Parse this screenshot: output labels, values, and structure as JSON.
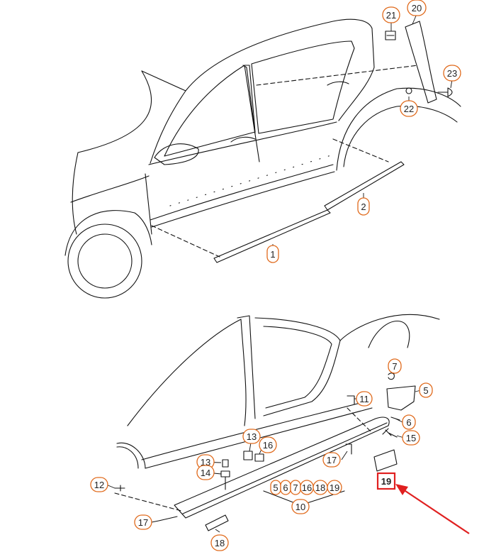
{
  "callouts": {
    "c1": "1",
    "c2": "2",
    "c5": "5",
    "c6": "6",
    "c7": "7",
    "c11": "11",
    "c12": "12",
    "c13a": "13",
    "c13b": "13",
    "c14": "14",
    "c15": "15",
    "c16": "16",
    "c17a": "17",
    "c17b": "17",
    "c18": "18",
    "c19": "19",
    "c20": "20",
    "c21": "21",
    "c22": "22",
    "c23": "23",
    "c10": "10",
    "group10": [
      "5",
      "6",
      "7",
      "16",
      "18",
      "19"
    ]
  },
  "highlight": {
    "part": "19",
    "color": "#e02020"
  },
  "colors": {
    "callout_stroke": "#e06a1c",
    "line": "#111111",
    "highlight": "#e02020"
  }
}
